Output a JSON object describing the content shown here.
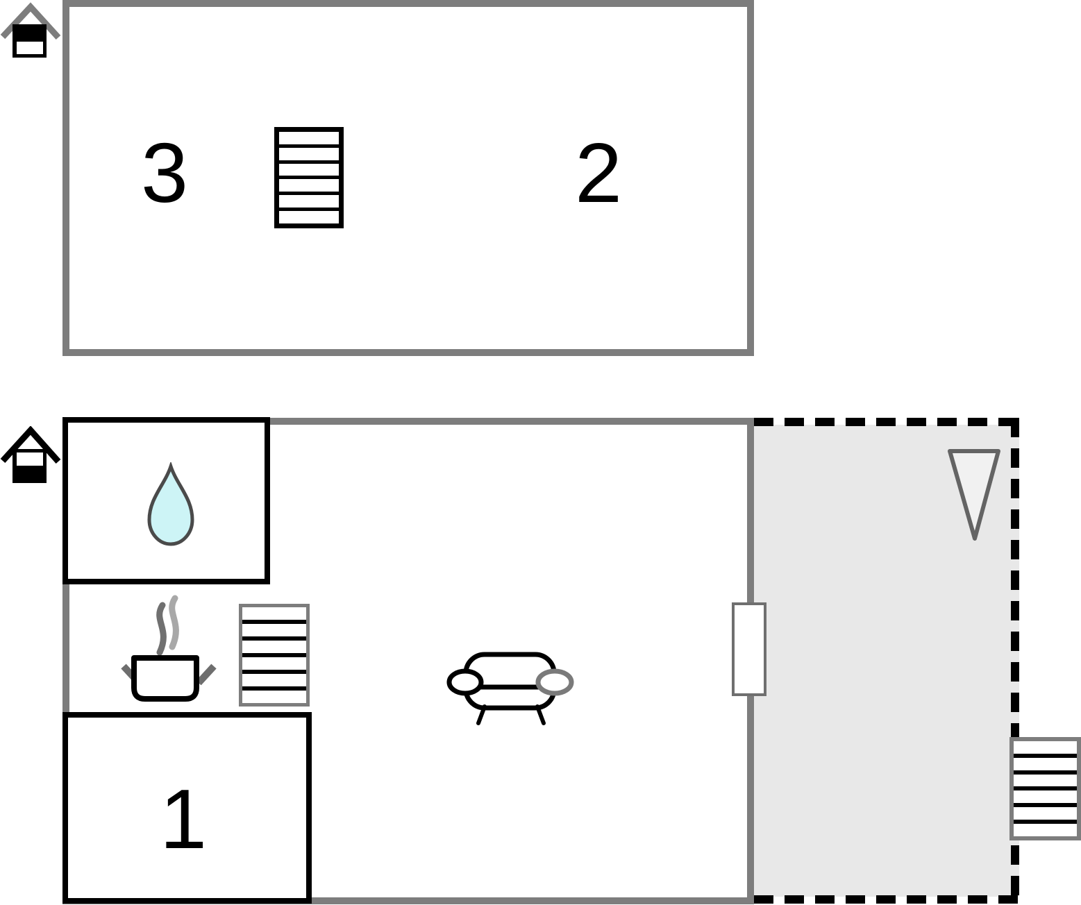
{
  "floorplan": {
    "upper_floor": {
      "indicator": "upper-floor-highlighted-house-icon",
      "rooms": {
        "room3": {
          "label": "3"
        },
        "room2": {
          "label": "2"
        }
      },
      "stairs": {
        "steps": 6
      }
    },
    "ground_floor": {
      "indicator": "ground-floor-highlighted-house-icon",
      "rooms": {
        "room1": {
          "label": "1"
        }
      },
      "kitchen_stairs": {
        "steps": 6
      },
      "external_stairs": {
        "steps": 6
      },
      "icons": [
        "water-drop-icon",
        "steaming-pot-icon",
        "sofa-icon",
        "triangle-marker-icon"
      ],
      "features": [
        "bathroom",
        "kitchen",
        "living-room",
        "terrace",
        "door-opening"
      ]
    },
    "colors": {
      "wall_gray": "#7d7d7d",
      "room_wall_black": "#000000",
      "terrace_fill": "#e8e8e8",
      "dashed_border": "#000000",
      "water_drop_fill": "#cdf4f6",
      "water_drop_outline": "#4a4a4a",
      "triangle_fill": "#f1f1f1",
      "triangle_outline": "#646464",
      "steam_dark": "#707070",
      "steam_light": "#a8a8a8",
      "pot_handle_gray": "#6e6e6e",
      "sofa_armrest_gray": "#7a7a7a",
      "door_frame": "#6f6f6f"
    }
  }
}
